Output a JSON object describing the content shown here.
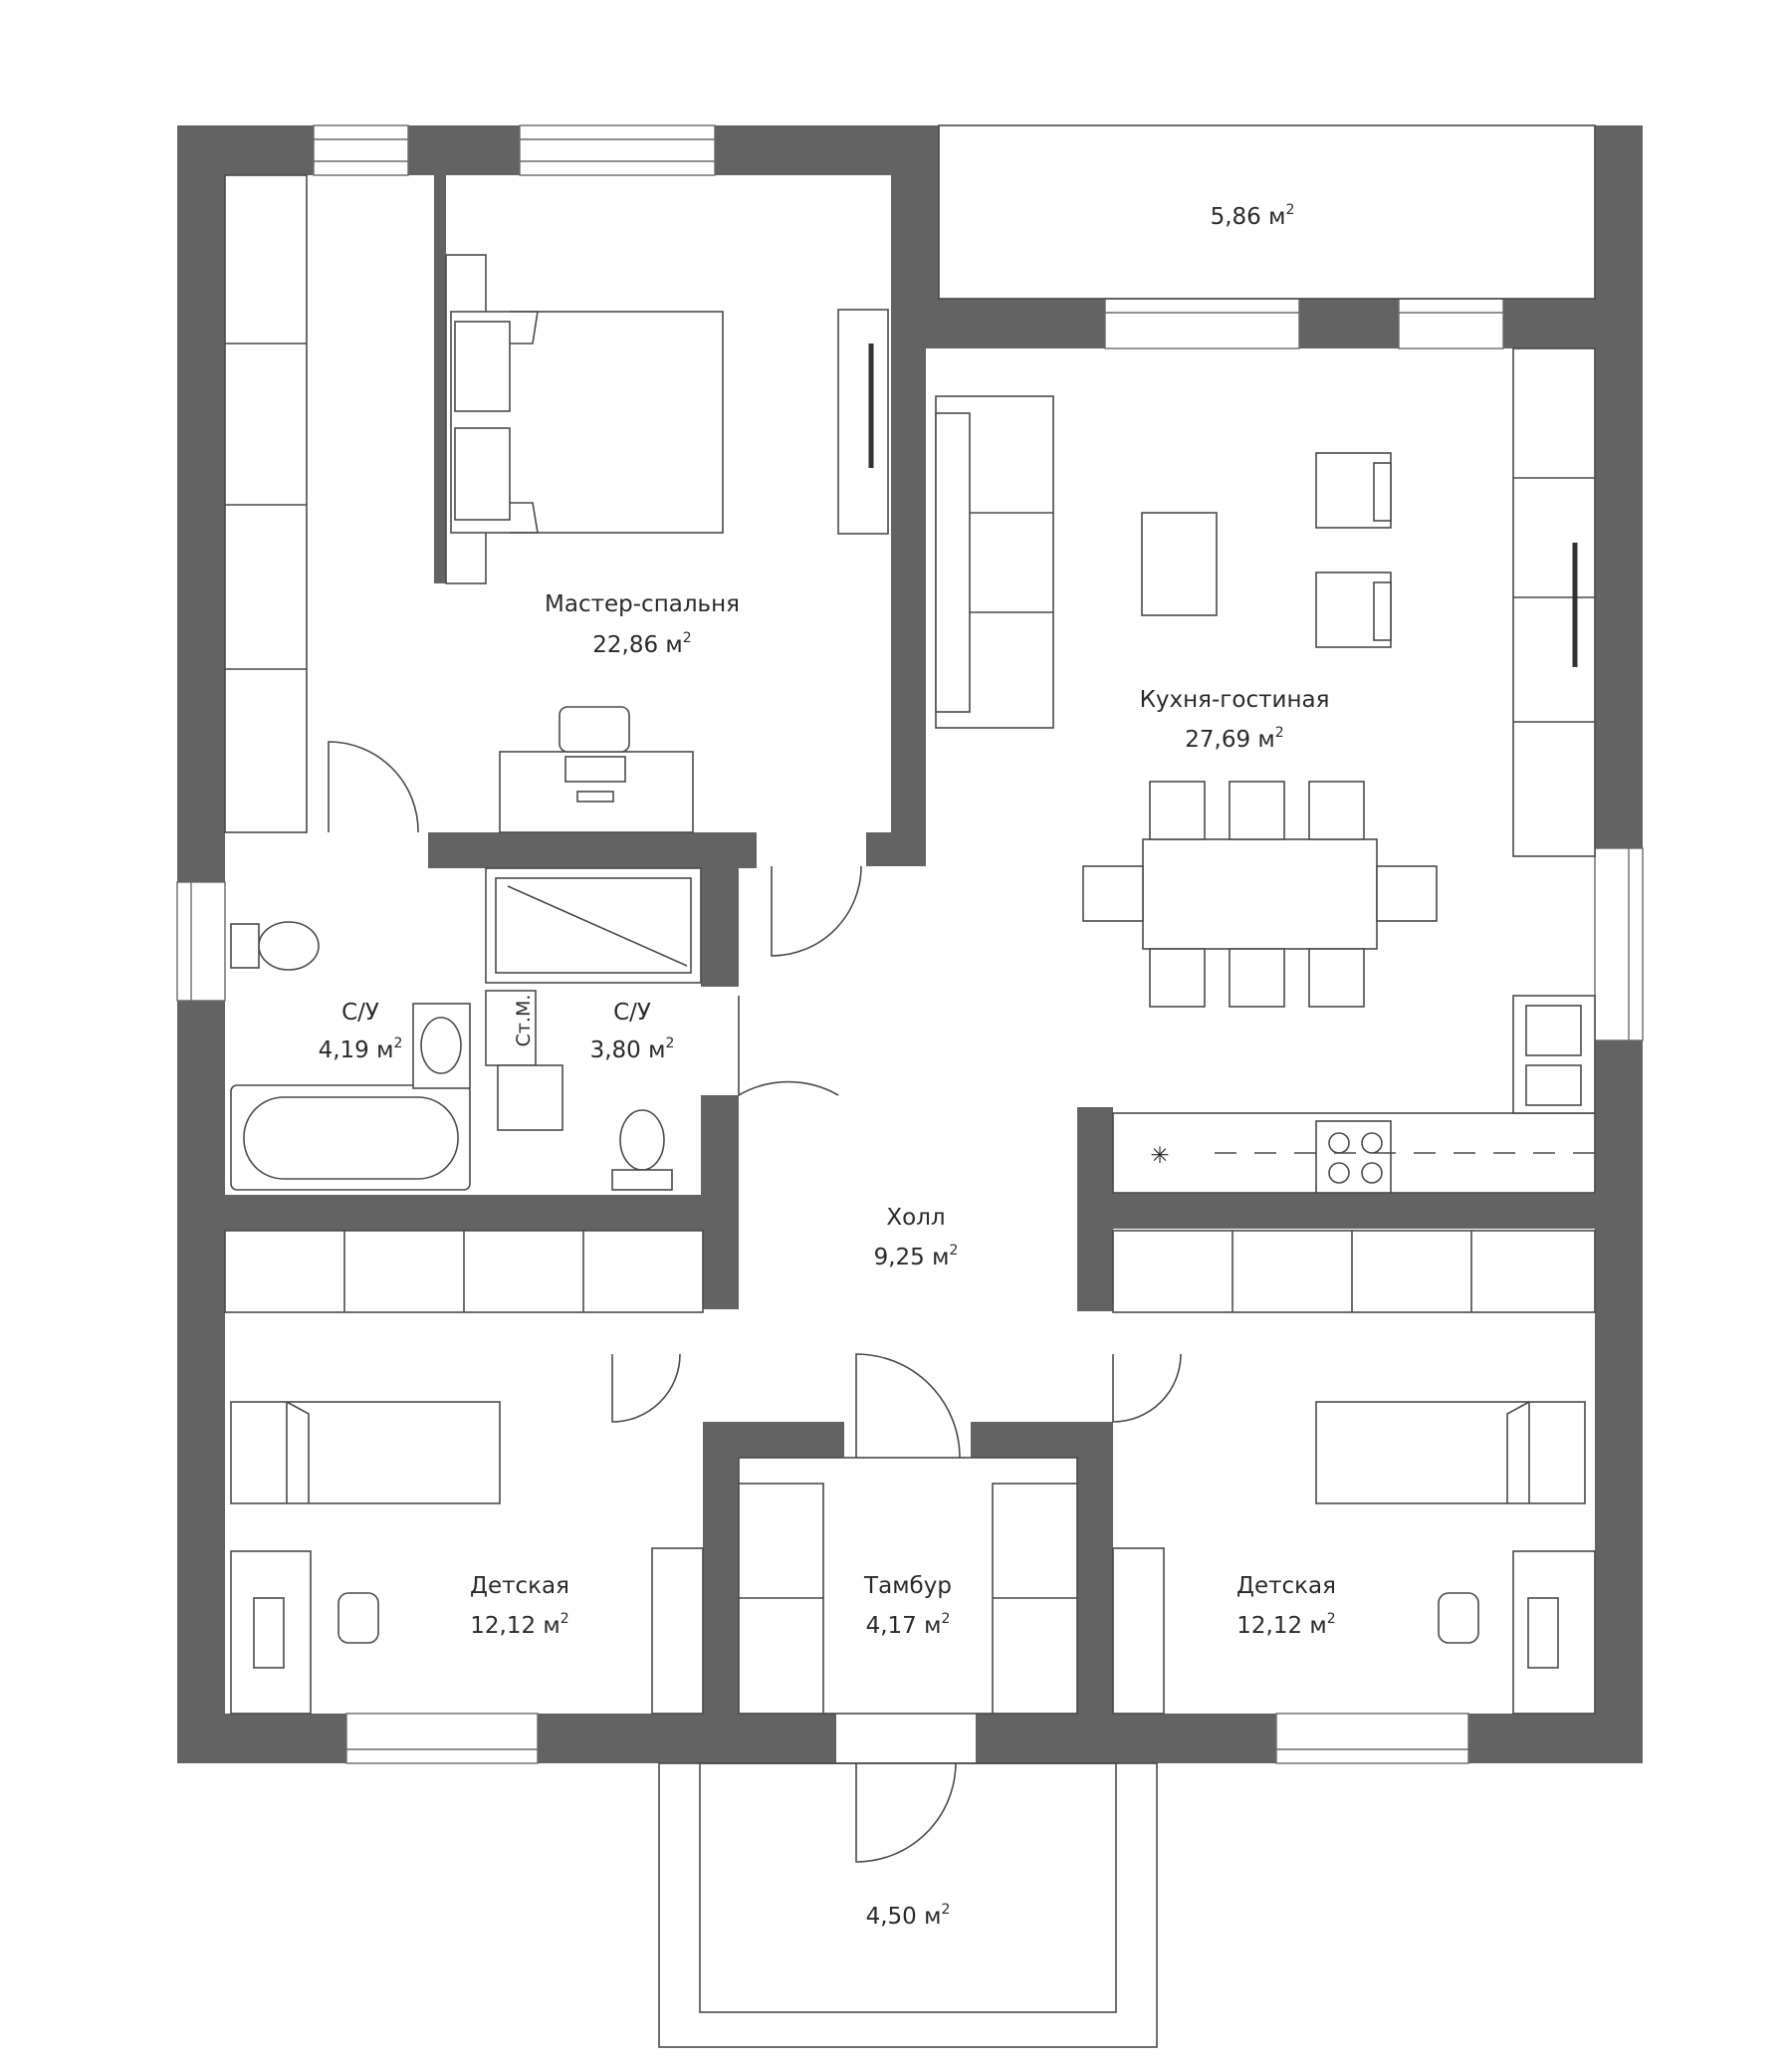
{
  "rooms": {
    "balcony_top": {
      "area": "5,86 м",
      "unit_sup": "2"
    },
    "master_bedroom": {
      "name": "Мастер-спальня",
      "area": "22,86 м",
      "unit_sup": "2"
    },
    "kitchen_living": {
      "name": "Кухня-гостиная",
      "area": "27,69 м",
      "unit_sup": "2"
    },
    "bath_left": {
      "name": "С/У",
      "area": "4,19 м",
      "unit_sup": "2"
    },
    "bath_center": {
      "name": "С/У",
      "area": "3,80 м",
      "unit_sup": "2"
    },
    "laundry": {
      "name": "Ст.М."
    },
    "hall": {
      "name": "Холл",
      "area": "9,25 м",
      "unit_sup": "2"
    },
    "kids_left": {
      "name": "Детская",
      "area": "12,12 м",
      "unit_sup": "2"
    },
    "vestibule": {
      "name": "Тамбур",
      "area": "4,17 м",
      "unit_sup": "2"
    },
    "kids_right": {
      "name": "Детская",
      "area": "12,12 м",
      "unit_sup": "2"
    },
    "porch": {
      "area": "4,50 м",
      "unit_sup": "2"
    }
  },
  "colors": {
    "wall": "#636363",
    "line": "#4a4a4a",
    "background": "#ffffff"
  }
}
